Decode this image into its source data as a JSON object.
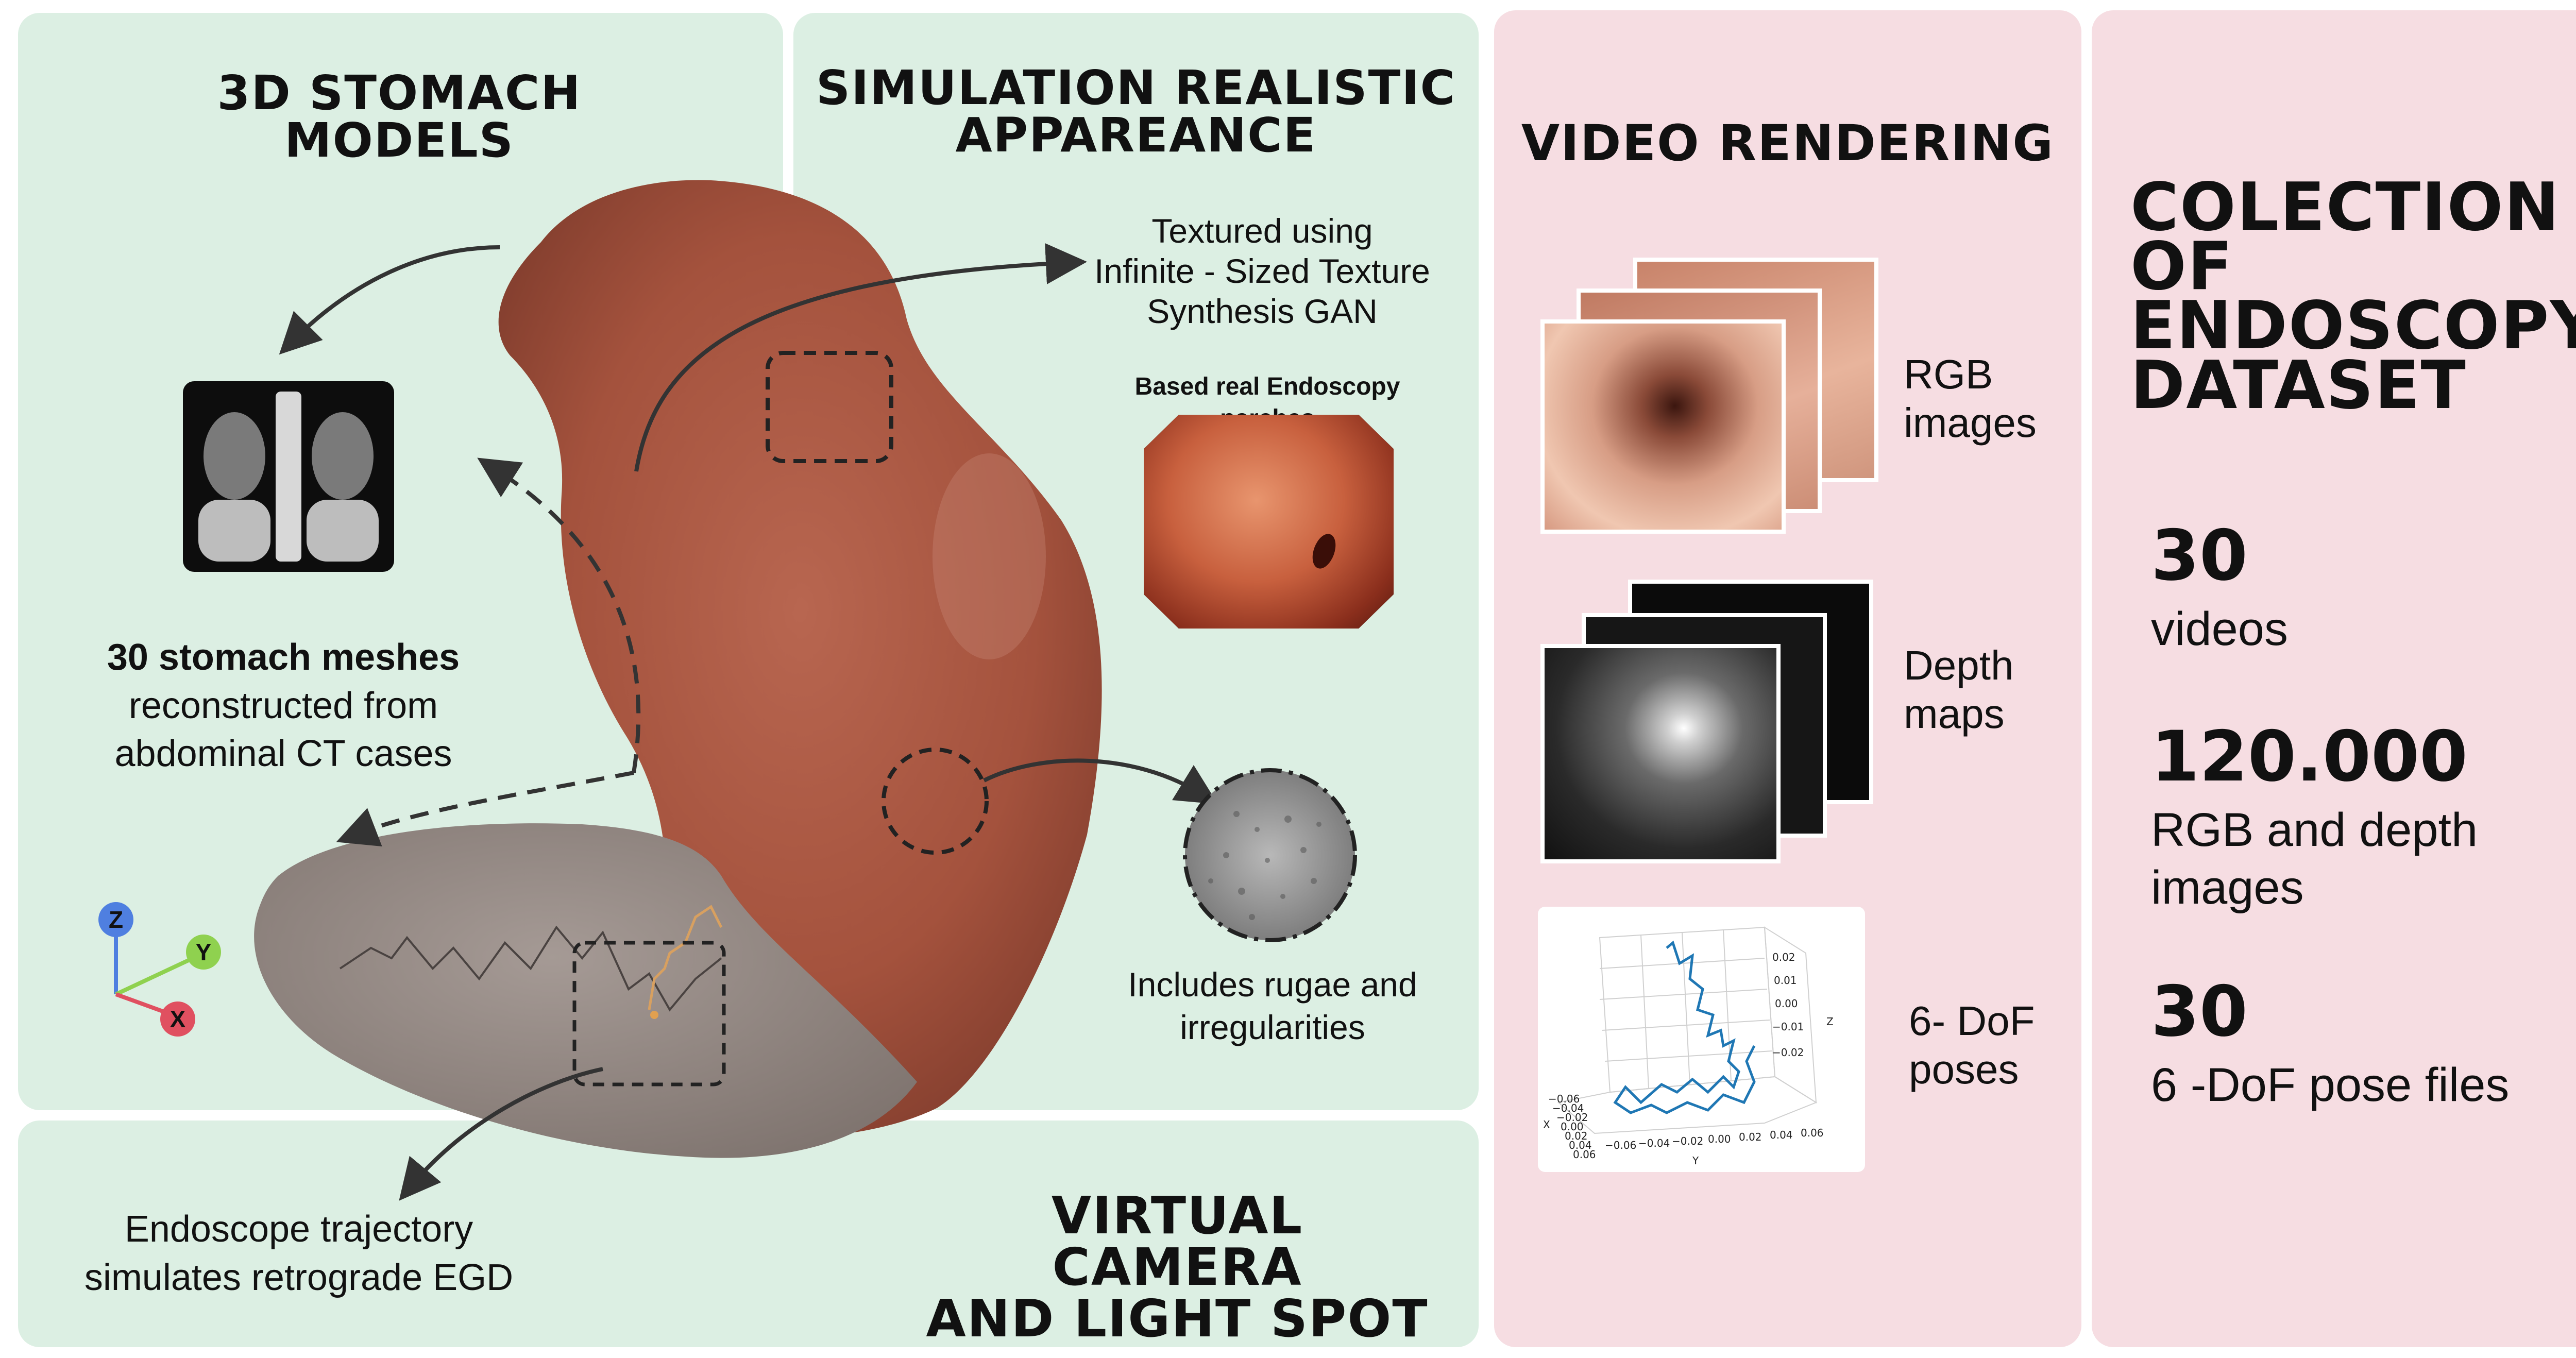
{
  "panels": {
    "models": {
      "title_line1": "3D STOMACH",
      "title_line2": "MODELS",
      "meshes_bold": "30 stomach meshes",
      "meshes_line2": "reconstructed from",
      "meshes_line3": "abdominal CT cases",
      "ct_image": "ct-scan-image",
      "axis_z": "Z",
      "axis_y": "Y",
      "axis_x": "X"
    },
    "appearance": {
      "title_line1": "SIMULATION REALISTIC",
      "title_line2": "APPAREANCE",
      "textured_line1": "Textured using",
      "textured_line2": "Infinite - Sized Texture",
      "textured_line3": "Synthesis GAN",
      "patches_caption": "Based real Endoscopy parches",
      "rugae_line1": "Includes rugae and",
      "rugae_line2": "irregularities"
    },
    "camera": {
      "title_line1": "VIRTUAL CAMERA",
      "title_line2": "AND LIGHT SPOT",
      "trajectory_line1": "Endoscope trajectory",
      "trajectory_line2": "simulates retrograde EGD"
    },
    "rendering": {
      "title": "VIDEO RENDERING",
      "rgb_line1": "RGB",
      "rgb_line2": "images",
      "depth_line1": "Depth",
      "depth_line2": "maps",
      "pose_line1": "6- DoF",
      "pose_line2": "poses",
      "plot_xticks": [
        "−0.06",
        "−0.04",
        "−0.02",
        "0.00",
        "0.02",
        "0.04",
        "0.06"
      ],
      "plot_zticks": [
        "0.02",
        "0.01",
        "0.00",
        "−0.01",
        "−0.02"
      ],
      "plot_left_ticks": [
        "−0.06",
        "−0.04",
        "−0.02",
        "0.00",
        "0.02",
        "0.04",
        "0.06"
      ],
      "plot_xlabel": "Y",
      "plot_ylabel": "X",
      "plot_zlabel": "Z"
    },
    "dataset": {
      "title_line1": "COLECTION",
      "title_line2": "OF",
      "title_line3": "ENDOSCOPY",
      "title_line4": "DATASET",
      "stat1_value": "30",
      "stat1_label": "videos",
      "stat2_value": "120.000",
      "stat2_label_line1": "RGB and depth",
      "stat2_label_line2": "images",
      "stat3_value": "30",
      "stat3_label": "6 -DoF pose files"
    }
  },
  "colors": {
    "green_panel": "#dcefe3",
    "pink_panel": "#f6dde2",
    "stomach": "#a5543f",
    "stomach_gray": "#8e827d",
    "axis_z": "#4f7fe0",
    "axis_y": "#8fd14f",
    "axis_x": "#e05060",
    "trajectory": "#1f77b4"
  }
}
